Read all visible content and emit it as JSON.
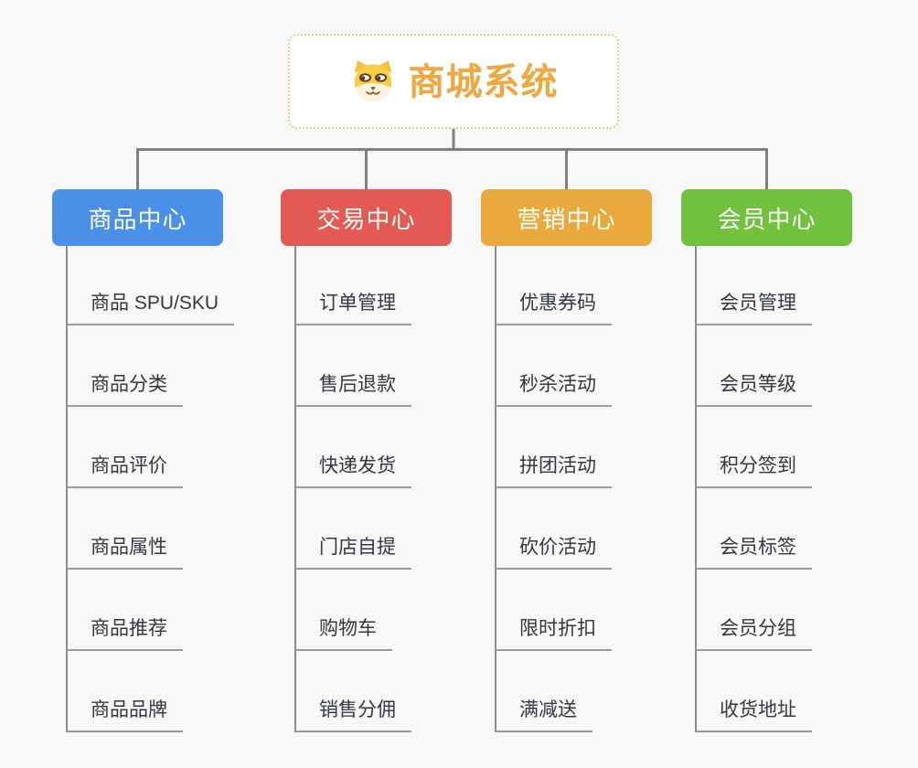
{
  "root": {
    "title": "商城系统",
    "icon": "dog-icon",
    "accent_color": "#F0A73E",
    "border_color": "#F2C681",
    "background": "#FFFFFF"
  },
  "connectors": {
    "color": "#7F7F7F"
  },
  "branches": [
    {
      "label": "商品中心",
      "color": "#4A8FE8",
      "items": [
        "商品 SPU/SKU",
        "商品分类",
        "商品评价",
        "商品属性",
        "商品推荐",
        "商品品牌"
      ]
    },
    {
      "label": "交易中心",
      "color": "#E25A52",
      "items": [
        "订单管理",
        "售后退款",
        "快递发货",
        "门店自提",
        "购物车",
        "销售分佣"
      ]
    },
    {
      "label": "营销中心",
      "color": "#E9A93C",
      "items": [
        "优惠券码",
        "秒杀活动",
        "拼团活动",
        "砍价活动",
        "限时折扣",
        "满减送"
      ]
    },
    {
      "label": "会员中心",
      "color": "#6FC13E",
      "items": [
        "会员管理",
        "会员等级",
        "积分签到",
        "会员标签",
        "会员分组",
        "收货地址"
      ]
    }
  ],
  "page": {
    "background": "#F7F7F7"
  }
}
